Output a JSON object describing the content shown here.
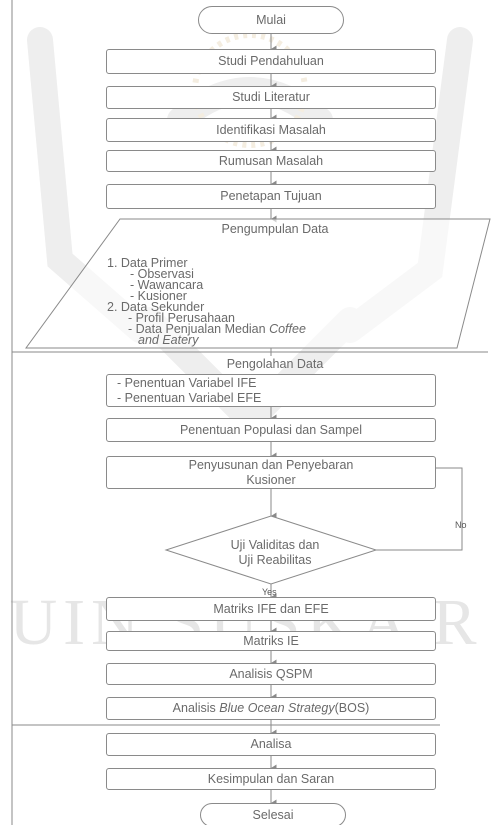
{
  "watermark": {
    "text": "UIN SUSKA R"
  },
  "nodes": {
    "start": "Mulai",
    "studi_pendahuluan": "Studi Pendahuluan",
    "studi_literatur": "Studi Literatur",
    "identifikasi_masalah": "Identifikasi Masalah",
    "rumusan_masalah": "Rumusan Masalah",
    "penetapan_tujuan": "Penetapan Tujuan",
    "pengumpulan_data": "Pengumpulan Data",
    "pengumpulan_items": [
      "1. Data Primer",
      "- Observasi",
      "- Wawancara",
      "- Kusioner",
      "2. Data Sekunder",
      "- Profil Perusahaan",
      "- Data Penjualan Median",
      "Coffee",
      "and Eatery"
    ],
    "pengolahan_data": "Pengolahan Data",
    "variabel_ife": "- Penentuan Variabel IFE",
    "variabel_efe": "- Penentuan Variabel EFE",
    "populasi_sampel": "Penentuan Populasi dan Sampel",
    "penyusunan_line1": "Penyusunan dan Penyebaran",
    "penyusunan_line2": "Kusioner",
    "uji_line1": "Uji Validitas dan",
    "uji_line2": "Uji Reabilitas",
    "label_no": "No",
    "label_yes": "Yes",
    "matriks_ife_efe": "Matriks IFE dan EFE",
    "matriks_ie": "Matriks IE",
    "analisis_qspm": "Analisis QSPM",
    "bos_prefix": "Analisis",
    "bos_italic": "Blue Ocean Strategy",
    "bos_suffix": "(BOS)",
    "analisa": "Analisa",
    "kesimpulan": "Kesimpulan dan Saran",
    "end": "Selesai"
  },
  "colors": {
    "line": "#8a8a8a",
    "text": "#6a6a6a",
    "watermark": "#e6e6e6"
  }
}
